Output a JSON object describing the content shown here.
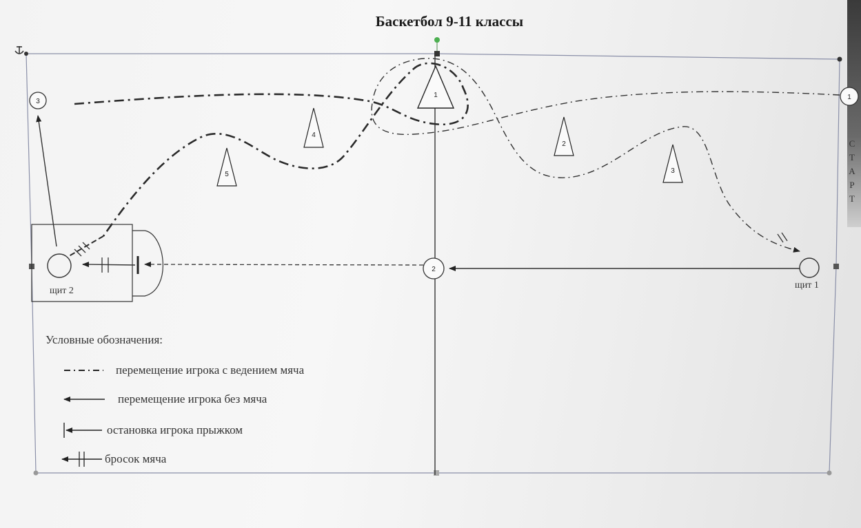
{
  "title": "Баскетбол 9-11 классы",
  "cones": [
    "1",
    "2",
    "3",
    "4",
    "5"
  ],
  "circle_marks": {
    "c1": "1",
    "c2": "2",
    "c3": "3"
  },
  "boards": {
    "left": "щит 2",
    "right": "щит 1"
  },
  "start_letters": [
    "С",
    "Т",
    "А",
    "Р",
    "Т"
  ],
  "legend": {
    "heading": "Условные обозначения:",
    "items": [
      {
        "sample": "-·-·-",
        "text": "перемещение игрока с ведением мяча"
      },
      {
        "sample": "arrow",
        "text": "перемещение игрока без мяча"
      },
      {
        "sample": "stop",
        "text": "остановка игрока прыжком"
      },
      {
        "sample": "throw",
        "text": "бросок мяча"
      }
    ]
  },
  "colors": {
    "line": "#333333",
    "handle": "#4caf50",
    "frame": "#8a8fa8"
  }
}
